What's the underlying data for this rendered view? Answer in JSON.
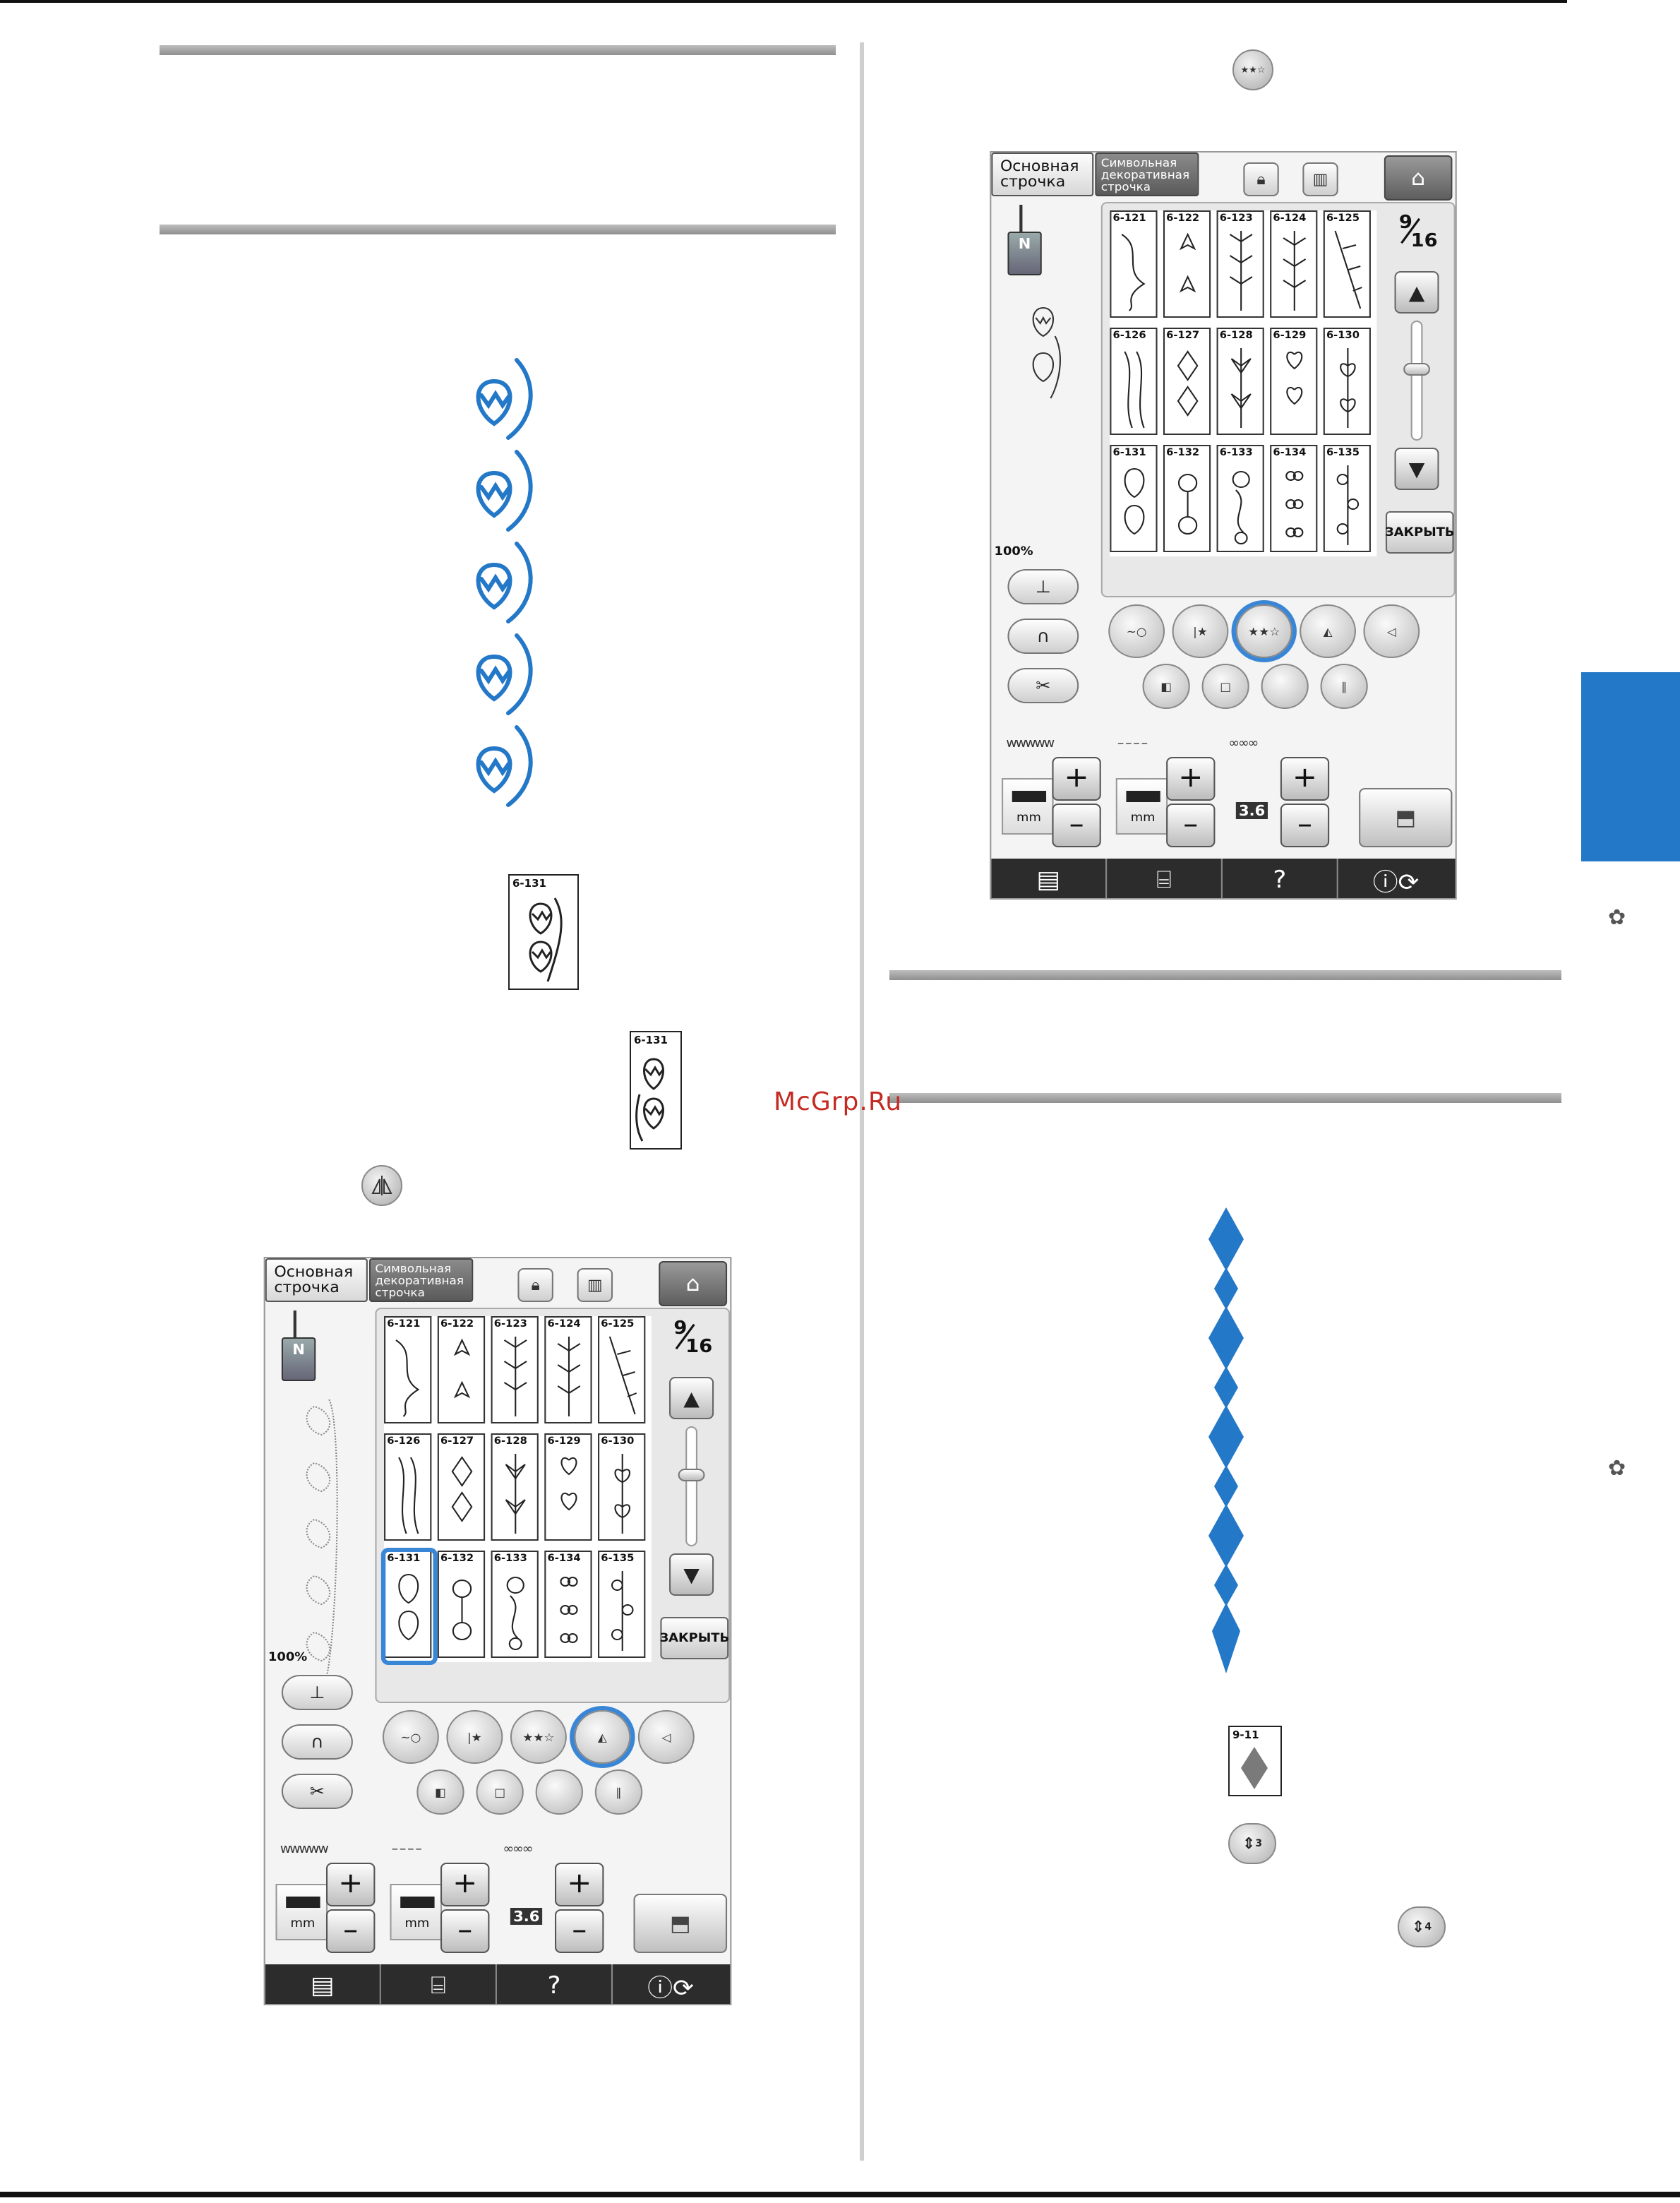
{
  "watermark": "McGrp.Ru",
  "patterns": {
    "p6_131": "6-131",
    "p9_11": "9-11"
  },
  "icons": {
    "mirror_icon": "mirror-icon",
    "stars_icon": "stars-icon",
    "elongation_3": "3",
    "elongation_4": "4"
  },
  "screen": {
    "tab_main": "Основная строчка",
    "tab_deco": "Символьная декоративная строчка",
    "page_num": "9",
    "page_total": "16",
    "zoom": "100%",
    "close_label": "ЗАКРЫТЬ",
    "unit_mm": "mm",
    "value_36": "3.6",
    "help_label": "?",
    "cells": [
      "6-121",
      "6-122",
      "6-123",
      "6-124",
      "6-125",
      "6-126",
      "6-127",
      "6-128",
      "6-129",
      "6-130",
      "6-131",
      "6-132",
      "6-133",
      "6-134",
      "6-135"
    ]
  },
  "colors": {
    "accent_blue": "#2478c8",
    "highlight": "#3a86d6",
    "watermark_red": "#c52a22"
  }
}
